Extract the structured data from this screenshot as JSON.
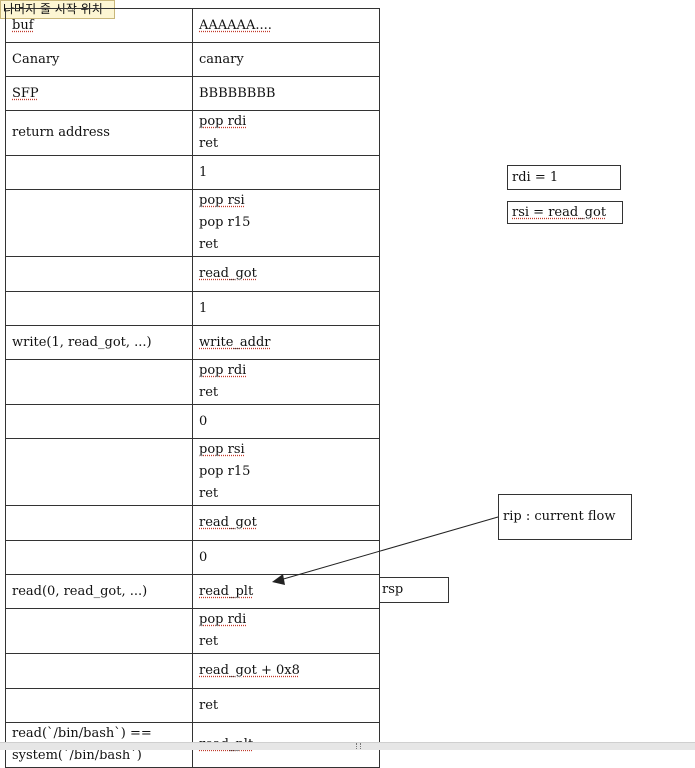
{
  "tag_label": "나머지 줄 시작 위치",
  "rows": [
    {
      "left": "buf",
      "right": [
        "AAAAAA...."
      ],
      "h": 34
    },
    {
      "left": "Canary",
      "right": [
        "canary"
      ],
      "h": 34
    },
    {
      "left": "SFP",
      "right": [
        "BBBBBBBB"
      ],
      "h": 34
    },
    {
      "left": "return address",
      "right": [
        "pop rdi",
        "ret"
      ],
      "h": 40
    },
    {
      "left": "",
      "right": [
        "1"
      ],
      "h": 34
    },
    {
      "left": "",
      "right": [
        "pop rsi",
        "pop r15",
        "ret"
      ],
      "h": 63
    },
    {
      "left": "",
      "right": [
        "read_got"
      ],
      "h": 35
    },
    {
      "left": "",
      "right": [
        "1"
      ],
      "h": 34
    },
    {
      "left": "write(1, read_got, ...)",
      "right": [
        "write_addr"
      ],
      "h": 34
    },
    {
      "left": "",
      "right": [
        "pop rdi",
        "ret"
      ],
      "h": 40
    },
    {
      "left": "",
      "right": [
        "0"
      ],
      "h": 34
    },
    {
      "left": "",
      "right": [
        "pop rsi",
        "pop r15",
        "ret"
      ],
      "h": 63
    },
    {
      "left": "",
      "right": [
        "read_got"
      ],
      "h": 35
    },
    {
      "left": "",
      "right": [
        "0"
      ],
      "h": 34
    },
    {
      "left": "read(0, read_got, ...)",
      "right": [
        "read_plt"
      ],
      "h": 34
    },
    {
      "left": "",
      "right": [
        "pop rdi",
        "ret"
      ],
      "h": 40
    },
    {
      "left": "",
      "right": [
        "read_got + 0x8"
      ],
      "h": 35
    },
    {
      "left": "",
      "right": [
        "ret"
      ],
      "h": 34
    },
    {
      "left": "read(`/bin/bash`) ==\nsystem(`/bin/bash`)",
      "right": [
        "read_plt"
      ],
      "h": 40
    }
  ],
  "notes": {
    "rdi": "rdi = 1",
    "rsi": "rsi = read_got",
    "rip": "rip : current flow",
    "rsp": "rsp"
  }
}
